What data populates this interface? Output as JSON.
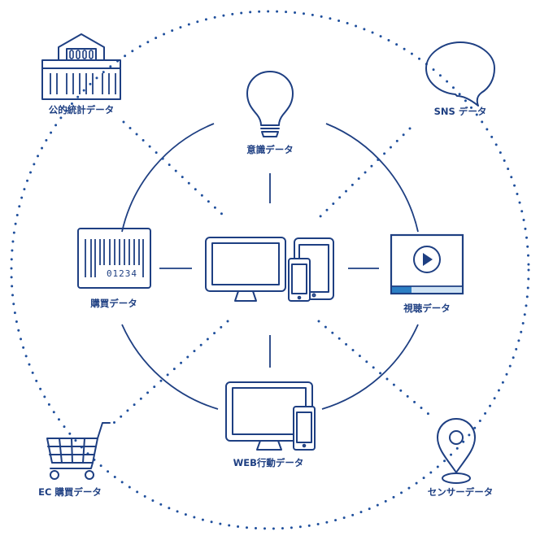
{
  "colors": {
    "primary": "#1e3f82",
    "dots": "#1f4f9c",
    "accent": "#2c7fc4",
    "light": "#cfe3f4"
  },
  "center": {
    "icon": "devices-icon"
  },
  "inner_nodes": {
    "ishiki": {
      "label": "意識データ",
      "icon": "lightbulb-icon"
    },
    "kounyu": {
      "label": "購買データ",
      "icon": "barcode-icon",
      "barcode_digits": "01234"
    },
    "shichou": {
      "label": "視聴データ",
      "icon": "video-player-icon"
    },
    "web": {
      "label": "WEB行動データ",
      "icon": "monitor-phone-icon"
    }
  },
  "outer_nodes": {
    "koteki": {
      "label": "公的統計データ",
      "icon": "government-building-icon"
    },
    "sns": {
      "label": "SNS データ",
      "icon": "speech-bubble-icon"
    },
    "ec": {
      "label": "EC 購買データ",
      "icon": "shopping-cart-icon"
    },
    "sensor": {
      "label": "センサーデータ",
      "icon": "map-pin-icon"
    }
  }
}
